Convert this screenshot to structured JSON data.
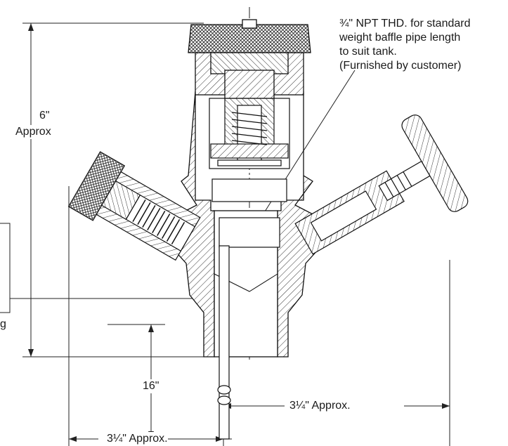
{
  "callout": {
    "lines": [
      "¾\" NPT THD. for standard",
      "weight baffle pipe length",
      "to suit tank.",
      "(Furnished by customer)"
    ]
  },
  "dimensions": {
    "height_value": "6\"",
    "height_qualifier": "Approx",
    "pipe_length": "16\"",
    "right_offset": "3¼\" Approx.",
    "left_offset": "3¼\" Approx.",
    "cut_off_letter": "g"
  }
}
